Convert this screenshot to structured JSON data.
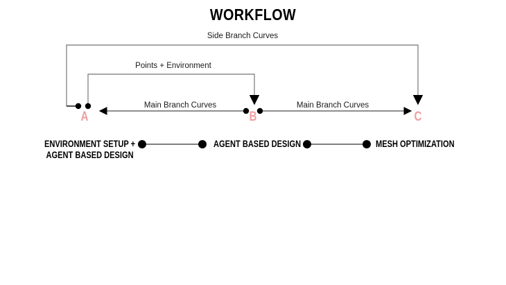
{
  "page": {
    "title": "WORKFLOW",
    "background_color": "#ffffff",
    "line_color": "#808080",
    "arrow_color": "#000000",
    "node_color": "#f0a0a0",
    "text_color": "#000000"
  },
  "brackets": [
    {
      "id": "side-branch",
      "label": "Side Branch Curves",
      "from": "A",
      "to": "C"
    },
    {
      "id": "points-environment",
      "label": "Points + Environment",
      "from": "A",
      "to": "B"
    }
  ],
  "timeline": {
    "nodes": [
      {
        "id": "A",
        "label": "A"
      },
      {
        "id": "B",
        "label": "B"
      },
      {
        "id": "C",
        "label": "C"
      }
    ],
    "segments": [
      {
        "id": "b-to-a",
        "label": "Main Branch Curves",
        "direction": "left"
      },
      {
        "id": "b-to-c",
        "label": "Main Branch Curves",
        "direction": "right"
      }
    ]
  },
  "stages": [
    {
      "id": "stage-1",
      "line1": "ENVIRONMENT SETUP +",
      "line2": "AGENT BASED DESIGN"
    },
    {
      "id": "stage-2",
      "line1": "AGENT BASED DESIGN",
      "line2": ""
    },
    {
      "id": "stage-3",
      "line1": "MESH OPTIMIZATION",
      "line2": ""
    }
  ],
  "connectors": [
    {
      "id": "connector-1-2"
    },
    {
      "id": "connector-2-3"
    }
  ]
}
